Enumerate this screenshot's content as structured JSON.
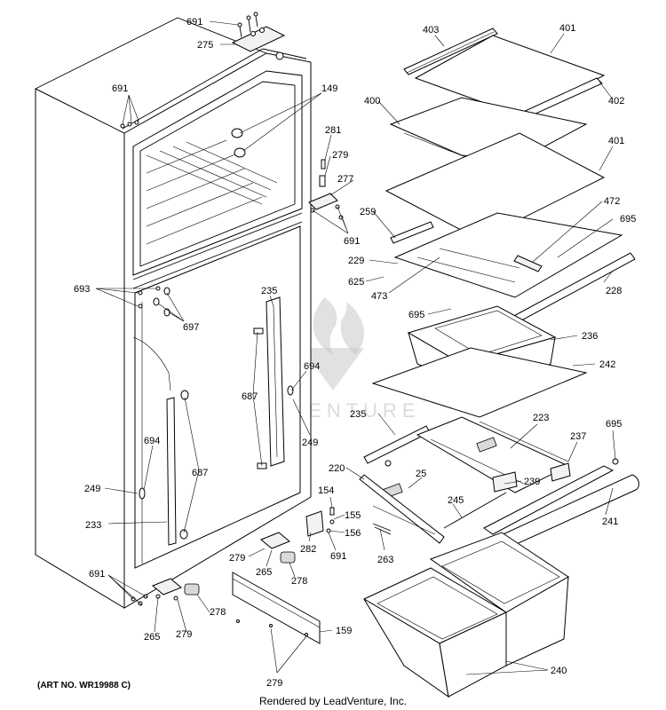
{
  "callouts": {
    "c691a": "691",
    "c275": "275",
    "c691b": "691",
    "c149": "149",
    "c281": "281",
    "c279a": "279",
    "c277": "277",
    "c691c": "691",
    "c693": "693",
    "c697": "697",
    "c235a": "235",
    "c687a": "687",
    "c694a": "694",
    "c249a": "249",
    "c694b": "694",
    "c687b": "687",
    "c249b": "249",
    "c233": "233",
    "c691d": "691",
    "c265a": "265",
    "c279b": "279",
    "c278a": "278",
    "c279c": "279",
    "c265b": "265",
    "c278b": "278",
    "c279d": "279",
    "c159": "159",
    "c154": "154",
    "c155": "155",
    "c156": "156",
    "c282": "282",
    "c691e": "691",
    "c403": "403",
    "c401a": "401",
    "c402": "402",
    "c400": "400",
    "c401b": "401",
    "c259": "259",
    "c472": "472",
    "c695a": "695",
    "c229": "229",
    "c625": "625",
    "c473": "473",
    "c228": "228",
    "c695b": "695",
    "c236": "236",
    "c242": "242",
    "c235b": "235",
    "c223": "223",
    "c695c": "695",
    "c237": "237",
    "c220": "220",
    "c25": "25",
    "c239": "239",
    "c245": "245",
    "c241": "241",
    "c263": "263",
    "c240": "240"
  },
  "watermark": {
    "text": "LEADVENTURE"
  },
  "footer": {
    "art_no": "(ART NO. WR19988 C)",
    "rendered_by": "Rendered by LeadVenture, Inc."
  }
}
